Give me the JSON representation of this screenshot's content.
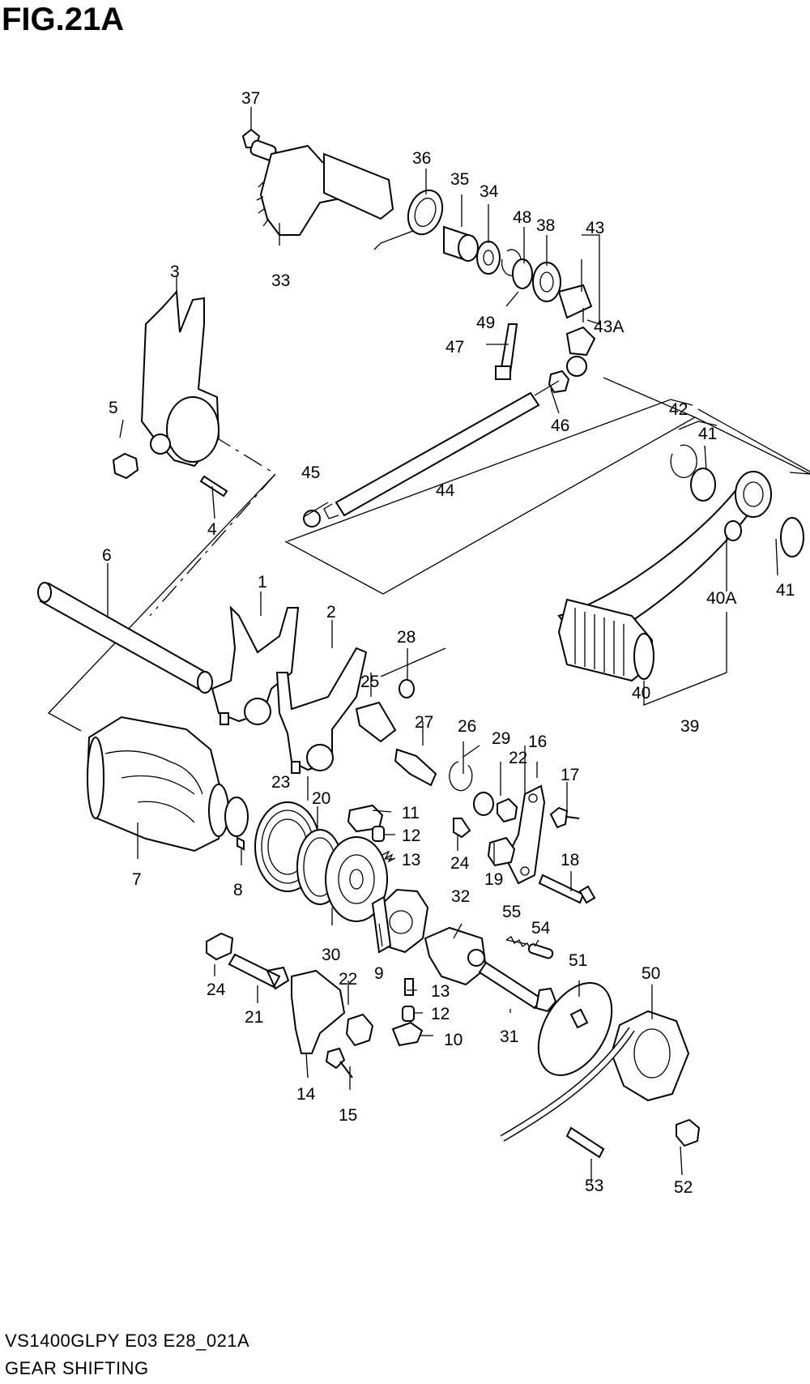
{
  "figure": {
    "title": "FIG.21A"
  },
  "footer": {
    "model_line": "VS1400GLPY E03 E28_021A",
    "section": "GEAR SHIFTING"
  },
  "callouts": [
    "1",
    "2",
    "3",
    "4",
    "5",
    "6",
    "7",
    "8",
    "9",
    "10",
    "11",
    "12",
    "12",
    "13",
    "13",
    "14",
    "15",
    "16",
    "17",
    "18",
    "19",
    "20",
    "21",
    "22",
    "22",
    "23",
    "24",
    "24",
    "25",
    "26",
    "27",
    "28",
    "29",
    "30",
    "31",
    "32",
    "33",
    "34",
    "35",
    "36",
    "37",
    "38",
    "39",
    "40",
    "40A",
    "41",
    "41",
    "42",
    "43",
    "43A",
    "44",
    "45",
    "46",
    "47",
    "48",
    "49",
    "50",
    "51",
    "52",
    "53",
    "54",
    "55"
  ]
}
